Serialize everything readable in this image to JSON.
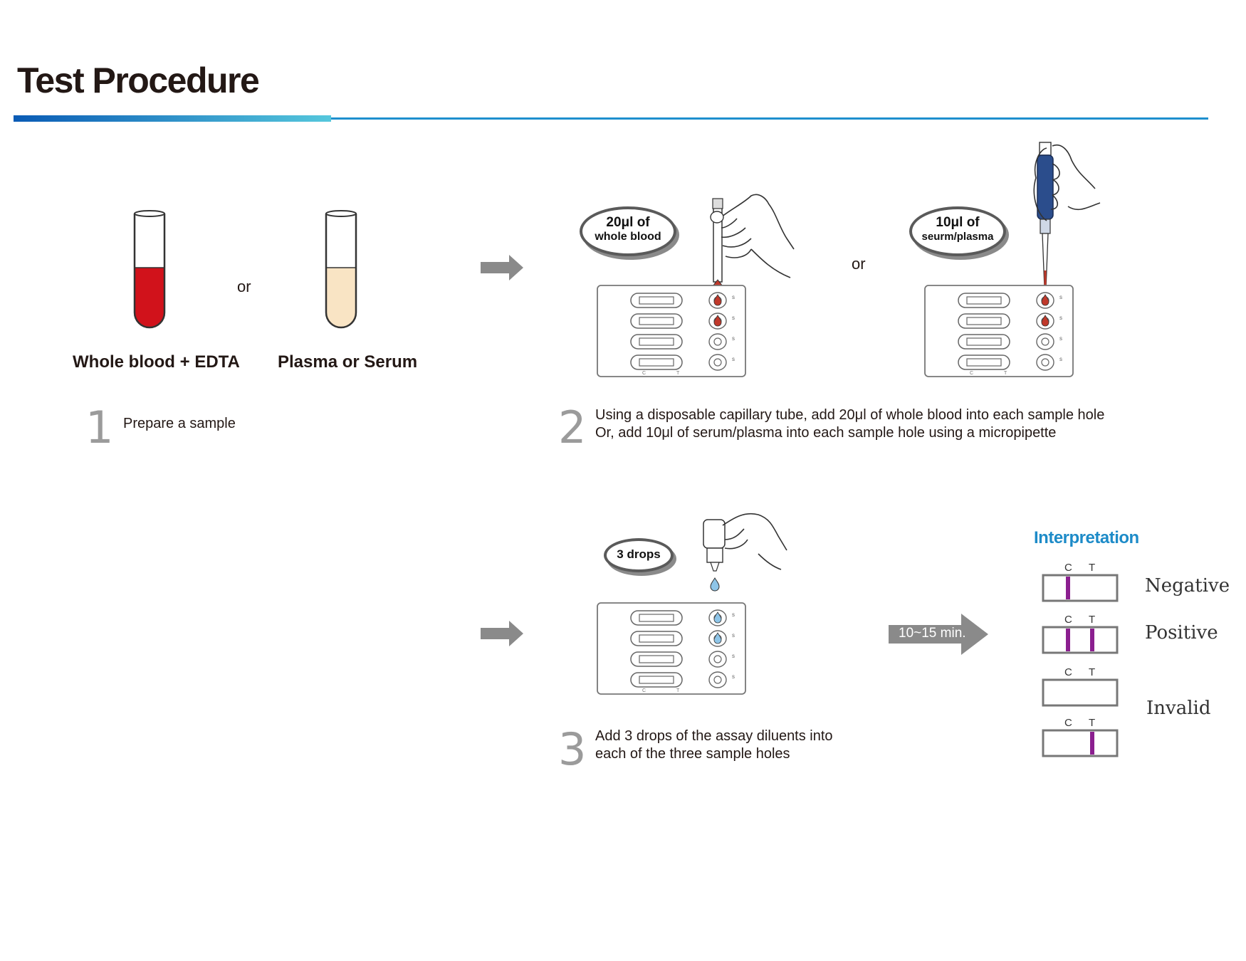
{
  "title": "Test Procedure",
  "accent": {
    "bar_start": "#0a5bb5",
    "bar_end": "#55c7dc",
    "line": "#1e8fce",
    "interpretation": "#1d8bc8",
    "blood": "#d1121b",
    "plasma": "#f9e4c4",
    "control_line": "#8b1f8f",
    "arrow": "#8a8a8a"
  },
  "step1": {
    "number": "1",
    "text": "Prepare a sample",
    "tube_left_label": "Whole blood + EDTA",
    "or_label": "or",
    "tube_right_label": "Plasma or Serum"
  },
  "step2": {
    "number": "2",
    "line1": "Using a disposable capillary tube, add 20μl of whole blood into each sample hole",
    "line2": "Or, add 10μl of serum/plasma into each sample hole using a micropipette",
    "bubble_left_line1": "20μl of",
    "bubble_left_line2": "whole blood",
    "or_label": "or",
    "bubble_right_line1": "10μl of",
    "bubble_right_line2": "seurm/plasma"
  },
  "step3": {
    "number": "3",
    "line1": "Add 3 drops of the assay diluents into",
    "line2": "each of the three sample holes",
    "bubble": "3 drops",
    "timer": "10~15 min."
  },
  "interpretation": {
    "title": "Interpretation",
    "c_label": "C",
    "t_label": "T",
    "negative": "Negative",
    "positive": "Positive",
    "invalid": "Invalid"
  },
  "cassette": {
    "s_label": "s",
    "c_label": "C",
    "t_label": "T"
  }
}
